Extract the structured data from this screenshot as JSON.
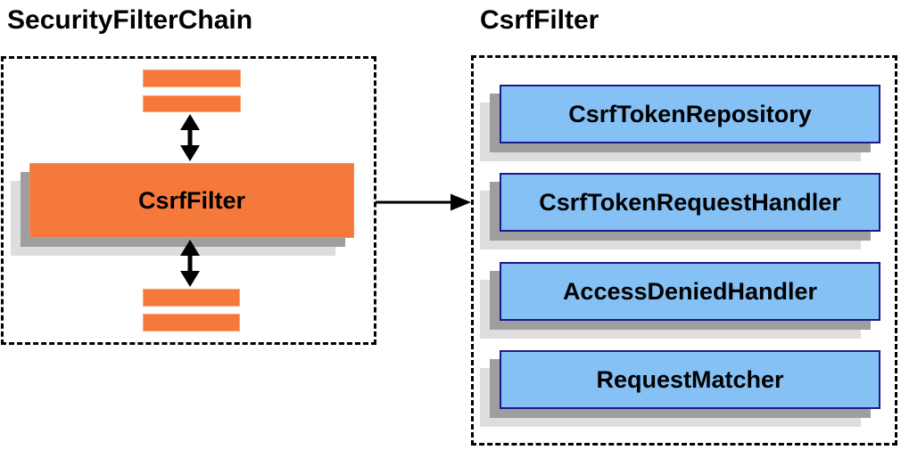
{
  "diagram": {
    "left_panel": {
      "title": "SecurityFilterChain",
      "filter_label": "CsrfFilter",
      "placeholder_bars": {
        "above_count": 2,
        "below_count": 2
      }
    },
    "right_panel": {
      "title": "CsrfFilter",
      "components": [
        {
          "label": "CsrfTokenRepository"
        },
        {
          "label": "CsrfTokenRequestHandler"
        },
        {
          "label": "AccessDeniedHandler"
        },
        {
          "label": "RequestMatcher"
        }
      ]
    },
    "colors": {
      "filter_orange": "#F4793B",
      "component_blue": "#85C1F5",
      "component_border_navy": "#1A1A8C",
      "shadow_gray": "#9E9E9E",
      "shadow_light_gray": "#DDDDDD",
      "dashed_border": "#000000",
      "text": "#000000",
      "background": "#FFFFFF"
    }
  }
}
